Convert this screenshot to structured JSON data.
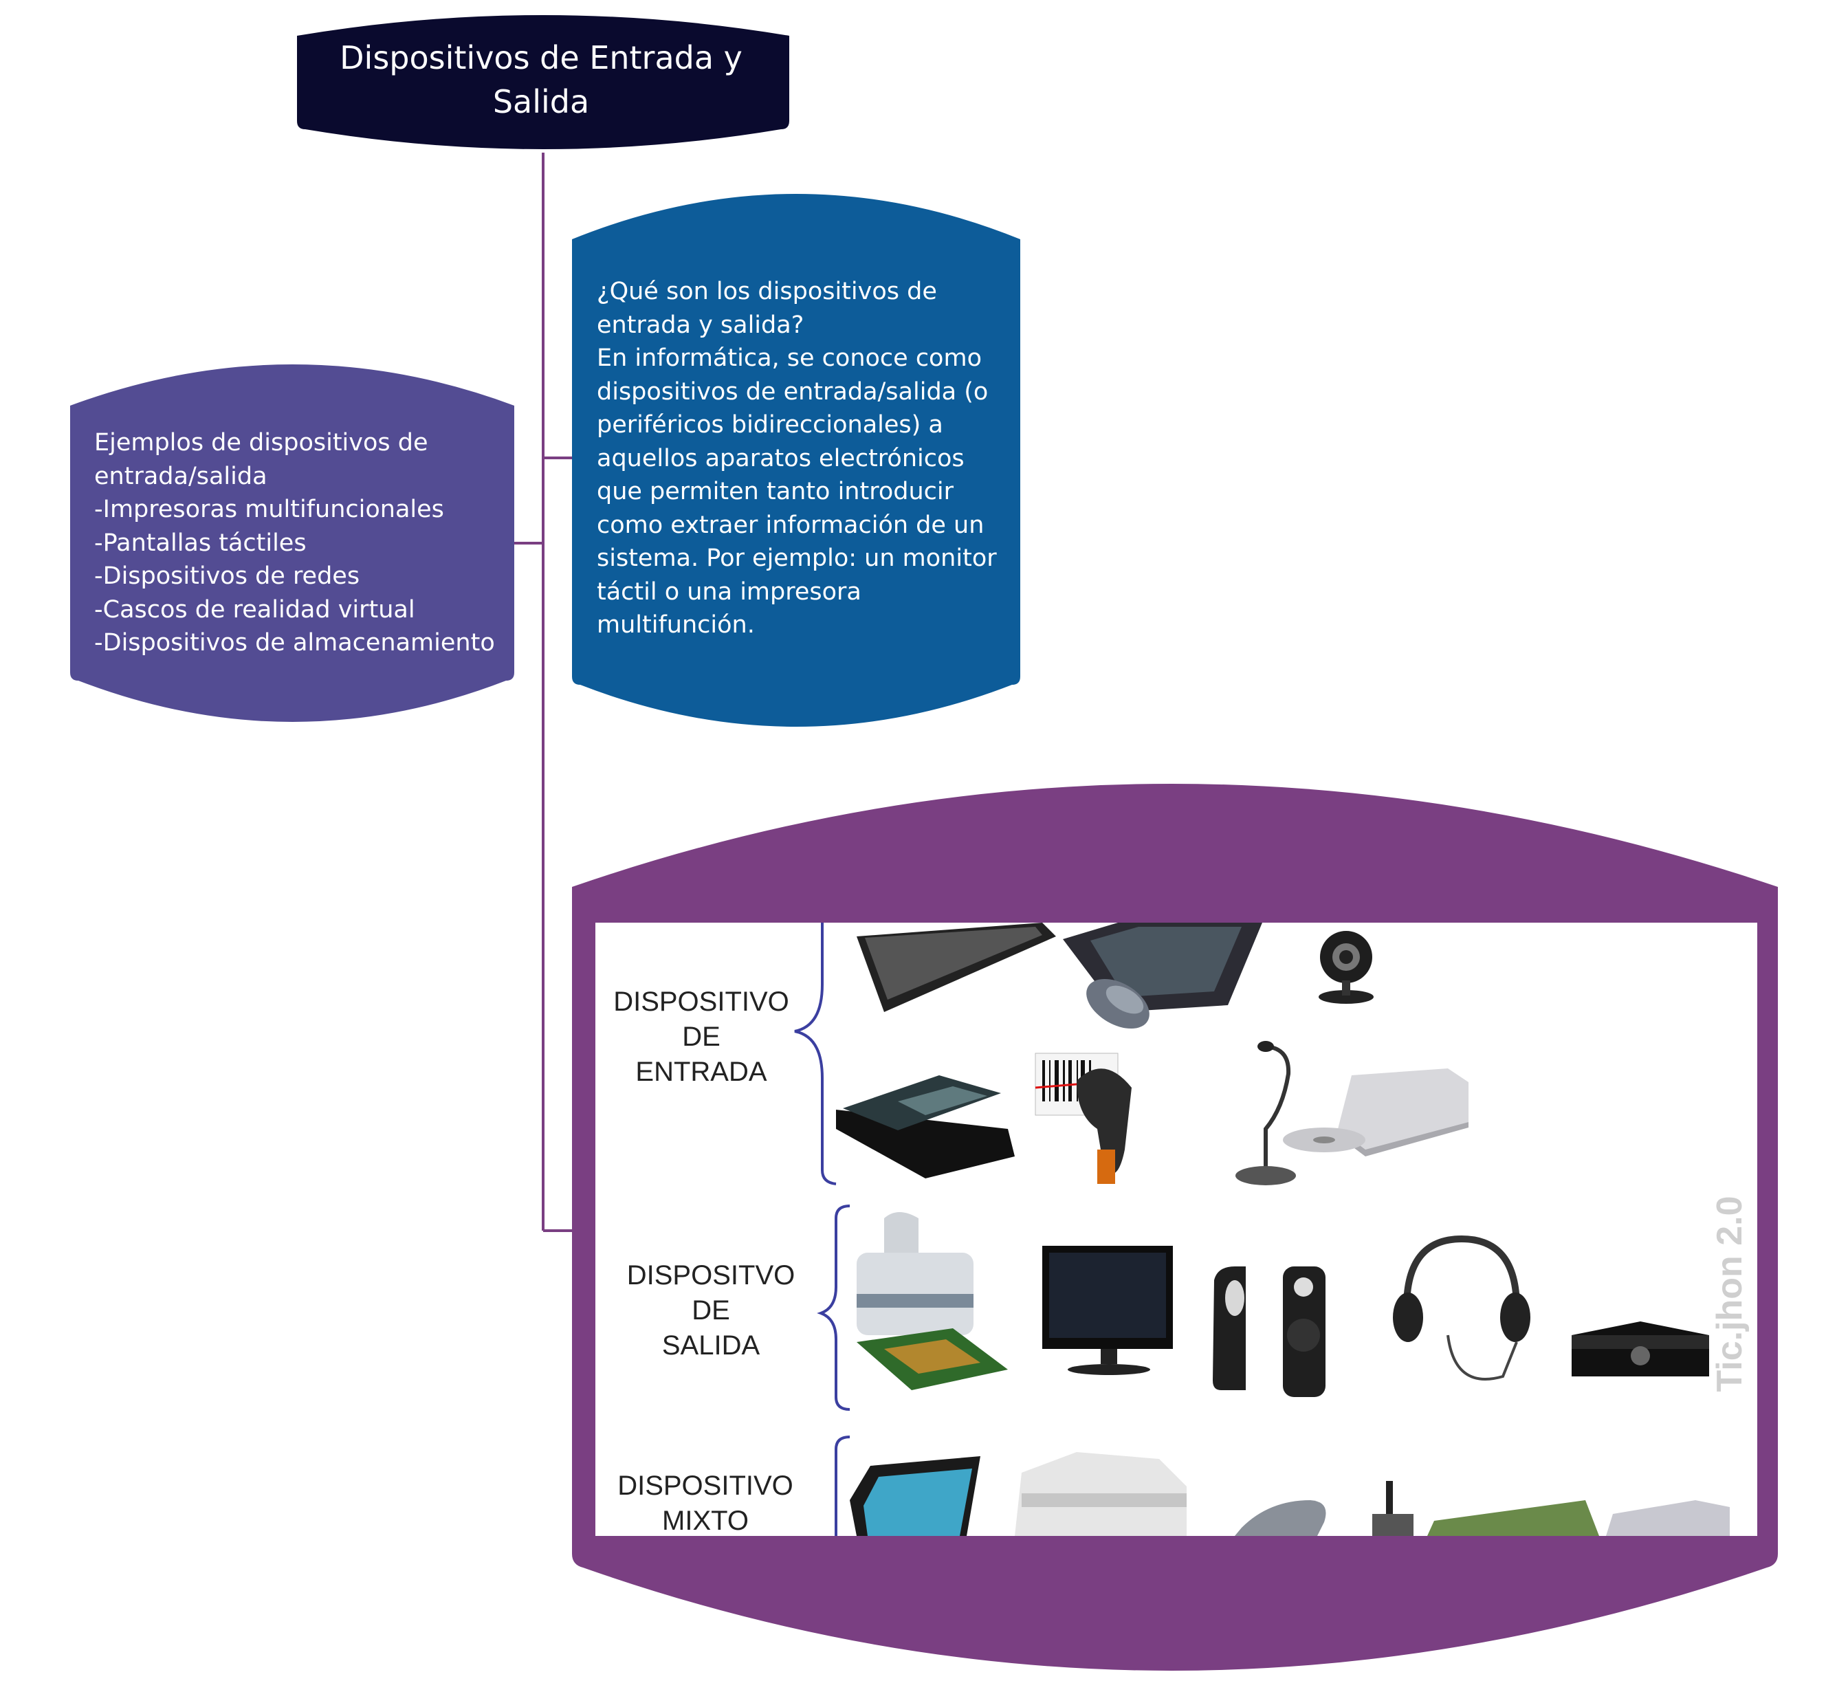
{
  "colors": {
    "title_bg": "#0a0a2e",
    "question_bg": "#0d5c99",
    "examples_bg": "#534c93",
    "image_frame_bg": "#7a3f82",
    "connector": "#7a3f82",
    "bracket": "#3b3fa0"
  },
  "title": "Dispositivos de Entrada y Salida",
  "question": {
    "heading": "¿Qué son los dispositivos de entrada y salida?",
    "body": "En informática, se conoce como dispositivos de entrada/salida (o periféricos bidireccionales) a aquellos aparatos electrónicos que permiten tanto introducir como extraer información de un sistema. Por ejemplo: un monitor táctil o una impresora multifunción."
  },
  "examples": {
    "heading": "Ejemplos de dispositivos de entrada/salida",
    "items": [
      "-Impresoras multifuncionales",
      "-Pantallas táctiles",
      "-Dispositivos de redes",
      "-Cascos de realidad virtual",
      "-Dispositivos de almacenamiento"
    ]
  },
  "image_panel": {
    "categories": {
      "input": "DISPOSITIVO\nDE\nENTRADA",
      "output": "DISPOSITVO\nDE\nSALIDA",
      "mixed": "DISPOSITIVO\nMIXTO"
    },
    "watermark": "Tic.jhon 2.0",
    "device_icons": {
      "input": [
        "keyboard-icon",
        "graphics-tablet-icon",
        "mouse-icon",
        "webcam-icon",
        "scanner-icon",
        "barcode-reader-icon",
        "microphone-icon",
        "cd-drive-icon"
      ],
      "output": [
        "printer-icon",
        "monitor-icon",
        "speakers-icon",
        "headphones-icon",
        "projector-icon"
      ],
      "mixed": [
        "touch-tablet-icon",
        "multifunction-printer-icon",
        "usb-drive-icon",
        "router-icon",
        "network-card-icon",
        "disk-drive-icon"
      ]
    }
  }
}
